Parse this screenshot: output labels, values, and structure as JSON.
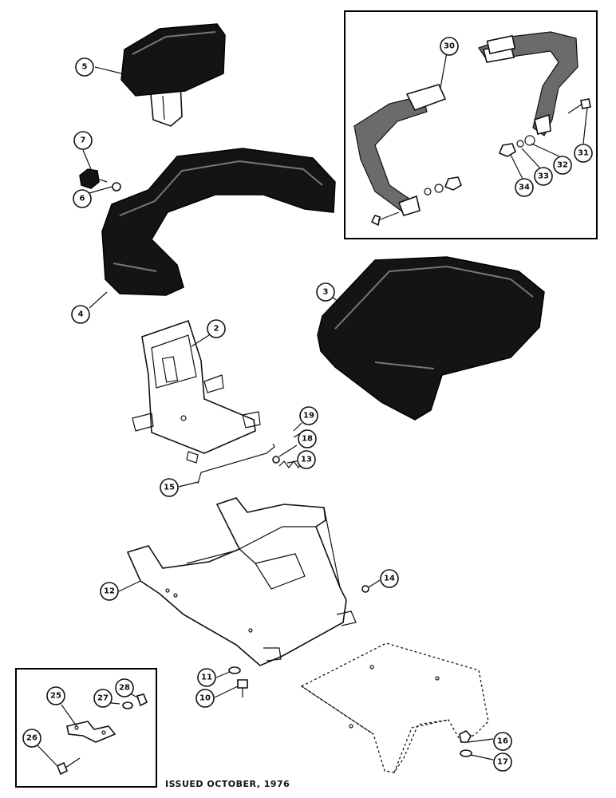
{
  "caption": "ISSUED OCTOBER, 1976",
  "callouts": {
    "c2": "2",
    "c3": "3",
    "c4": "4",
    "c5": "5",
    "c6": "6",
    "c7": "7",
    "c10": "10",
    "c11": "11",
    "c12": "12",
    "c13": "13",
    "c14": "14",
    "c15": "15",
    "c16": "16",
    "c17": "17",
    "c18": "18",
    "c19": "19",
    "c25": "25",
    "c26": "26",
    "c27": "27",
    "c28": "28",
    "c30": "30",
    "c31": "31",
    "c32": "32",
    "c33": "33",
    "c34": "34"
  }
}
